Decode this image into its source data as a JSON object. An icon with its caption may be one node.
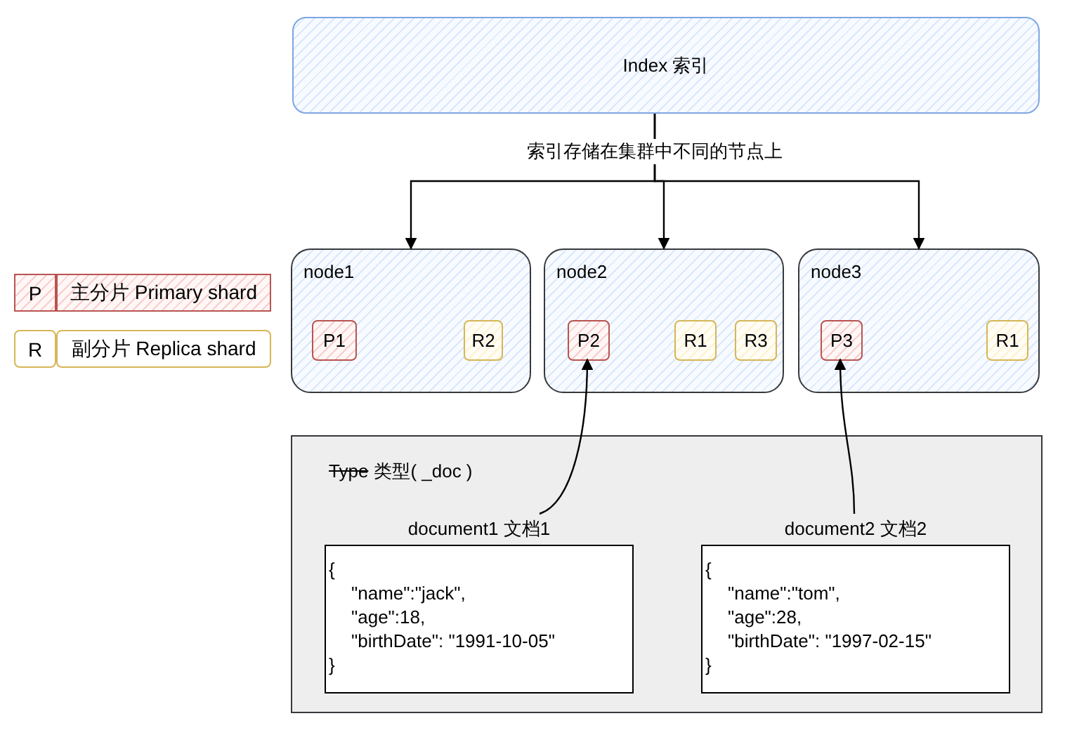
{
  "diagram": {
    "nodes": [
      {
        "text": [
          "Index 索引"
        ]
      },
      {
        "text": [
          "node1"
        ]
      },
      {
        "text": [
          "P1"
        ],
        "in": 1
      },
      {
        "text": [
          "R2"
        ],
        "in": 1
      },
      {
        "text": [
          "node2"
        ]
      },
      {
        "text": [
          "P2"
        ],
        "in": 4
      },
      {
        "text": [
          "R1"
        ],
        "in": 4
      },
      {
        "text": [
          "R3"
        ],
        "in": 4
      },
      {
        "text": [
          "node3"
        ]
      },
      {
        "text": [
          "P3"
        ],
        "in": 8
      },
      {
        "text": [
          "R1"
        ],
        "in": 8
      },
      {
        "text": [
          "Type",
          "类型( _doc )"
        ]
      },
      {
        "text": [
          "document1 文档1",
          "{",
          "\"name\":\"jack\",",
          "\"age\":18,",
          "\"birthDate\": \"1991-10-05\"",
          "}"
        ],
        "in": 11
      },
      {
        "text": [
          "document2 文档2",
          "{",
          "\"name\":\"tom\",",
          "\"age\":28,",
          "\"birthDate\": \"1997-02-15\"",
          "}"
        ],
        "in": 11
      },
      {
        "text": [
          "P"
        ]
      },
      {
        "text": [
          "主分片 Primary shard"
        ]
      },
      {
        "text": [
          "R"
        ]
      },
      {
        "text": [
          "副分片 Replica shard"
        ]
      }
    ],
    "edges": [
      {
        "from": 0,
        "to": 1,
        "arrow": "to"
      },
      {
        "from": 0,
        "to": 4,
        "arrow": "to",
        "label": "索引存储在集群中不同的节点上"
      },
      {
        "from": 0,
        "to": 8,
        "arrow": "to"
      },
      {
        "from": 12,
        "to": 5,
        "arrow": "to"
      },
      {
        "from": 13,
        "to": 9,
        "arrow": "to"
      }
    ]
  }
}
